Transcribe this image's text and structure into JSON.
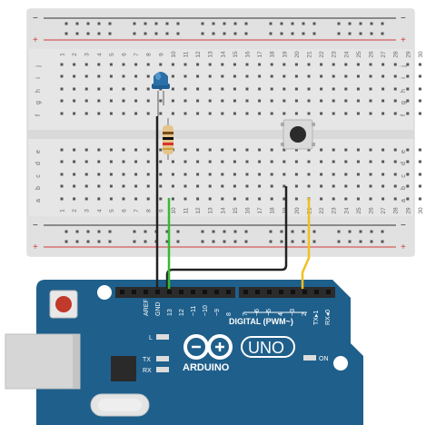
{
  "breadboard": {
    "column_numbers": [
      "1",
      "2",
      "3",
      "4",
      "5",
      "6",
      "7",
      "8",
      "9",
      "10",
      "11",
      "12",
      "13",
      "14",
      "15",
      "16",
      "17",
      "18",
      "19",
      "20",
      "21",
      "22",
      "23",
      "24",
      "25",
      "26",
      "27",
      "28",
      "29",
      "30"
    ],
    "row_letters_top": [
      "j",
      "i",
      "h",
      "g",
      "f"
    ],
    "row_letters_bottom": [
      "e",
      "d",
      "c",
      "b",
      "a"
    ],
    "rail_minus": "−",
    "rail_plus": "+"
  },
  "arduino": {
    "pin_labels": {
      "aref": "AREF",
      "gnd": "GND",
      "d13": "13",
      "d12": "12",
      "d11": "~11",
      "d10": "~10",
      "d9": "~9",
      "d8": "8",
      "d7": "7",
      "d6": "~6",
      "d5": "~5",
      "d4": "4",
      "d3": "~3",
      "d2": "2",
      "tx1": "TX▸1",
      "rx0": "RX◂0"
    },
    "digital_label": "DIGITAL (PWM~)",
    "brand": "ARDUINO",
    "model": "UNO",
    "led_l": "L",
    "led_tx": "TX",
    "led_rx": "RX",
    "led_on": "ON"
  },
  "colors": {
    "board_blue": "#1f5f8b",
    "breadboard": "#e8e8e8",
    "rail_red": "#d23a3a",
    "wire_black": "#222222",
    "wire_green": "#33bb33",
    "wire_yellow": "#f0c020",
    "led_blue": "#2a6fa8"
  }
}
